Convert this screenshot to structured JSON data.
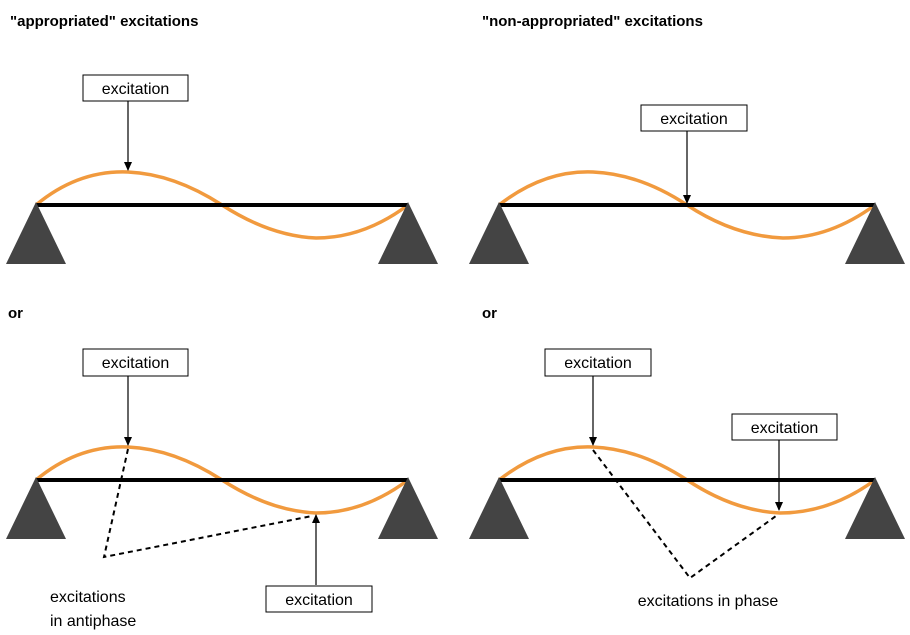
{
  "headings": {
    "left": "\"appropriated\" excitations",
    "right": "\"non-appropriated\" excitations"
  },
  "or_label_left": "or",
  "or_label_right": "or",
  "excitation_label": "excitation",
  "notes": {
    "antiphase_line1": "excitations",
    "antiphase_line2": "in antiphase",
    "in_phase": "excitations in phase"
  },
  "colors": {
    "mode_shape": "#f19a3e",
    "beam": "#000000",
    "support": "#444444"
  }
}
